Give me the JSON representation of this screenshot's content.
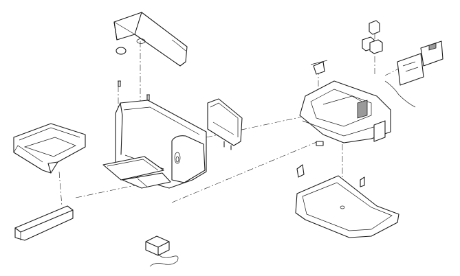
{
  "figure": {
    "style": "exploded-view line drawing",
    "colors": {
      "ink": "#1a1a1a",
      "shade": "#9a9a9a",
      "background": "#ffffff"
    }
  },
  "parts": [
    {
      "id": "top-cover"
    },
    {
      "id": "cover-knob"
    },
    {
      "id": "screw-left"
    },
    {
      "id": "screw-right"
    },
    {
      "id": "printer-base-housing"
    },
    {
      "id": "rear-access-door"
    },
    {
      "id": "paper-input-tray"
    },
    {
      "id": "tray-slide-bar"
    },
    {
      "id": "power-adapter"
    },
    {
      "id": "print-mechanism"
    },
    {
      "id": "cartridge-pair"
    },
    {
      "id": "main-logic-board"
    },
    {
      "id": "bottom-chassis"
    }
  ]
}
